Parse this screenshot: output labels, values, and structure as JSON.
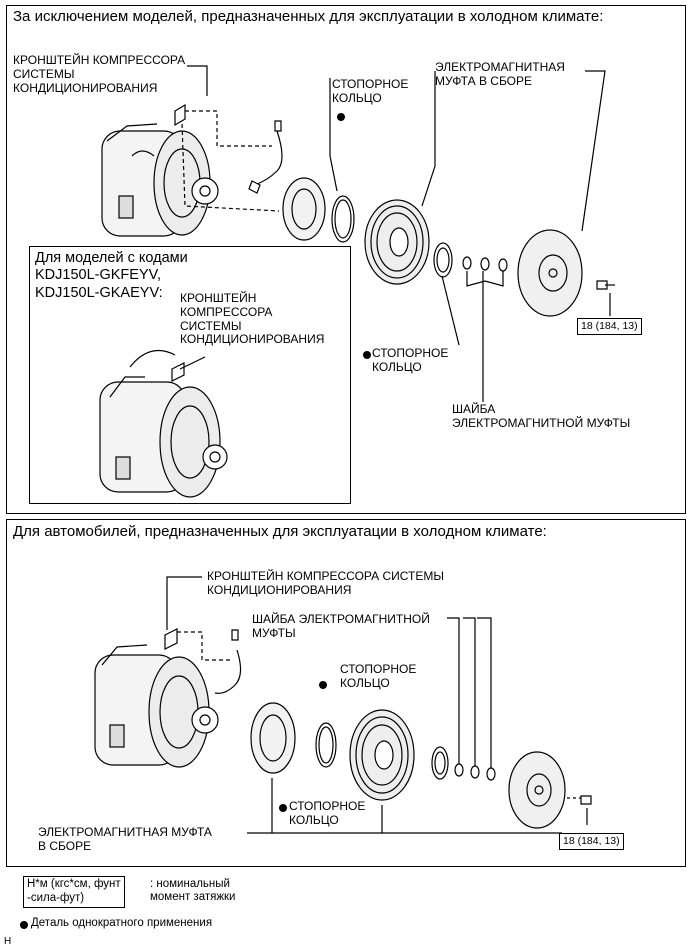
{
  "top_panel": {
    "title": "За исключением моделей, предназначенных для эксплуатации в холодном климате:",
    "labels": {
      "bracket": "КРОНШТЕЙН КОМПРЕССОРА\nСИСТЕМЫ\nКОНДИЦИОНИРОВАНИЯ",
      "snap_ring_top": "СТОПОРНОЕ\nКОЛЬЦО",
      "clutch_assembly": "ЭЛЕКТРОМАГНИТНАЯ\nМУФТА В СБОРЕ",
      "snap_ring_bottom": "СТОПОРНОЕ\nКОЛЬЦО",
      "shim": "ШАЙБА\nЭЛЕКТРОМАГНИТНОЙ МУФТЫ",
      "torque": "18 (184, 13)"
    },
    "inset": {
      "header": "Для моделей с кодами\nKDJ150L-GKFEYV,\nKDJ150L-GKAEYV:",
      "bracket": "КРОНШТЕЙН\nКОМПРЕССОРА\nСИСТЕМЫ\nКОНДИЦИОНИРОВАНИЯ"
    }
  },
  "bottom_panel": {
    "title": "Для автомобилей, предназначенных для эксплуатации в холодном климате:",
    "labels": {
      "bracket": "КРОНШТЕЙН КОМПРЕССОРА СИСТЕМЫ\nКОНДИЦИОНИРОВАНИЯ",
      "shim": "ШАЙБА ЭЛЕКТРОМАГНИТНОЙ\nМУФТЫ",
      "snap_ring_right": "СТОПОРНОЕ\nКОЛЬЦО",
      "snap_ring_left": "СТОПОРНОЕ\nКОЛЬЦО",
      "clutch_assembly": "ЭЛЕКТРОМАГНИТНАЯ МУФТА\nВ СБОРЕ",
      "torque": "18 (184, 13)"
    }
  },
  "legend": {
    "torque_key": "Н*м (кгс*см, фунт\n-сила-фут)",
    "torque_desc": ": номинальный\nмомент затяжки",
    "single_use": "Деталь однократного применения"
  },
  "footer": {
    "code": "H"
  }
}
